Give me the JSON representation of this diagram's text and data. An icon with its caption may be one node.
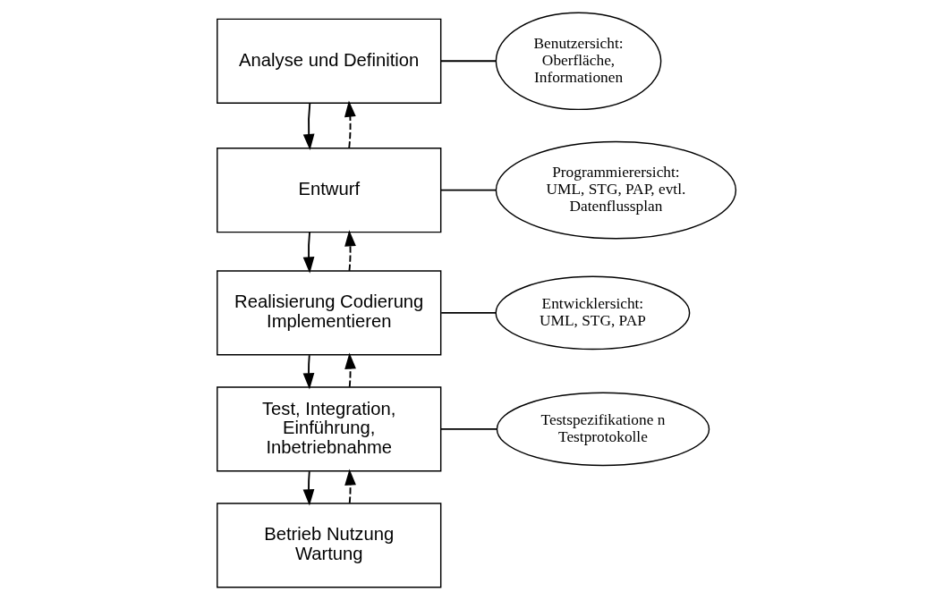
{
  "diagram": {
    "nodes": [
      {
        "text": [
          "Analyse und Definition"
        ]
      },
      {
        "text": [
          "Entwurf"
        ]
      },
      {
        "text": [
          "Realisierung Codierung Implementieren"
        ]
      },
      {
        "text": [
          "Test, Integration, Einführung, Inbetriebnahme"
        ]
      },
      {
        "text": [
          "Betrieb Nutzung Wartung"
        ]
      },
      {
        "text": [
          "Benutzersicht: Oberfläche, Informationen"
        ]
      },
      {
        "text": [
          "Programmierersicht: UML, STG, PAP, evtl. Datenflussplan"
        ]
      },
      {
        "text": [
          "Entwicklersicht: UML, STG, PAP"
        ]
      },
      {
        "text": [
          "Testspezifikatione n Testprotokolle"
        ]
      }
    ],
    "edges": [
      {
        "from": 0,
        "to": 1,
        "arrow": "to"
      },
      {
        "from": 1,
        "to": 2,
        "arrow": "to"
      },
      {
        "from": 2,
        "to": 3,
        "arrow": "to"
      },
      {
        "from": 3,
        "to": 4,
        "arrow": "to"
      },
      {
        "from": 1,
        "to": 0,
        "arrow": "to",
        "style": "dashed"
      },
      {
        "from": 2,
        "to": 1,
        "arrow": "to",
        "style": "dashed"
      },
      {
        "from": 3,
        "to": 2,
        "arrow": "to",
        "style": "dashed"
      },
      {
        "from": 4,
        "to": 3,
        "arrow": "to",
        "style": "dashed"
      },
      {
        "from": 0,
        "to": 5,
        "arrow": "none"
      },
      {
        "from": 1,
        "to": 6,
        "arrow": "none"
      },
      {
        "from": 2,
        "to": 7,
        "arrow": "none"
      },
      {
        "from": 3,
        "to": 8,
        "arrow": "none"
      }
    ]
  }
}
